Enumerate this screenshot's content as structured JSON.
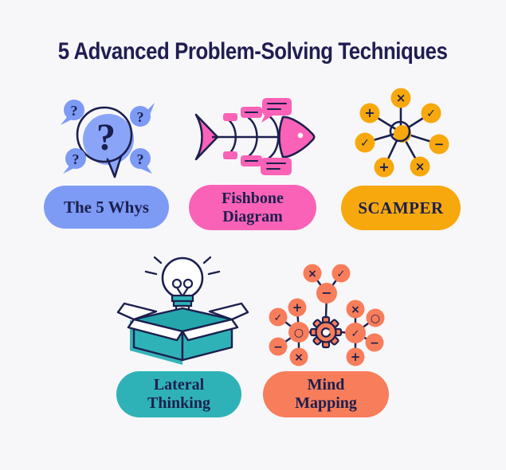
{
  "title": "5 Advanced Problem-Solving Techniques",
  "techniques": [
    {
      "name": "The 5 Whys",
      "lines": [
        "The 5 Whys"
      ],
      "pill_color": "#7d9af5",
      "icon": "question-bubbles-icon"
    },
    {
      "name": "Fishbone Diagram",
      "lines": [
        "Fishbone",
        "Diagram"
      ],
      "pill_color": "#fa62b7",
      "icon": "fishbone-icon"
    },
    {
      "name": "SCAMPER",
      "lines": [
        "SCAMPER"
      ],
      "pill_color": "#f7a80d",
      "icon": "spider-diagram-icon"
    },
    {
      "name": "Lateral Thinking",
      "lines": [
        "Lateral",
        "Thinking"
      ],
      "pill_color": "#2fb2b7",
      "icon": "lightbulb-box-icon"
    },
    {
      "name": "Mind Mapping",
      "lines": [
        "Mind",
        "Mapping"
      ],
      "pill_color": "#f87d5b",
      "icon": "mind-map-icon"
    }
  ],
  "five_whys_icon": {
    "q": "?"
  },
  "scamper_icon": {
    "satellites": [
      "×",
      "✓",
      "−",
      "×",
      "+",
      "✓",
      "+"
    ]
  },
  "mind_map_icon": {
    "top": {
      "hub": "−",
      "children": [
        "×",
        "✓"
      ]
    },
    "left": {
      "hub": "○",
      "children": [
        "+",
        "✓",
        "−",
        "×"
      ]
    },
    "right": {
      "hub": "✓",
      "children": [
        "×",
        "○",
        "−",
        "+"
      ]
    }
  },
  "colors": {
    "background": "#f7f7f9",
    "navy": "#1b1f4e",
    "title_navy": "#201d52",
    "blue": "#7d9af5",
    "blue_light": "#8aa5f8",
    "pink": "#fa62b7",
    "yellow": "#f7a80d",
    "teal": "#2fb2b7",
    "teal_dark": "#24a6ab",
    "orange": "#f87d5b"
  }
}
